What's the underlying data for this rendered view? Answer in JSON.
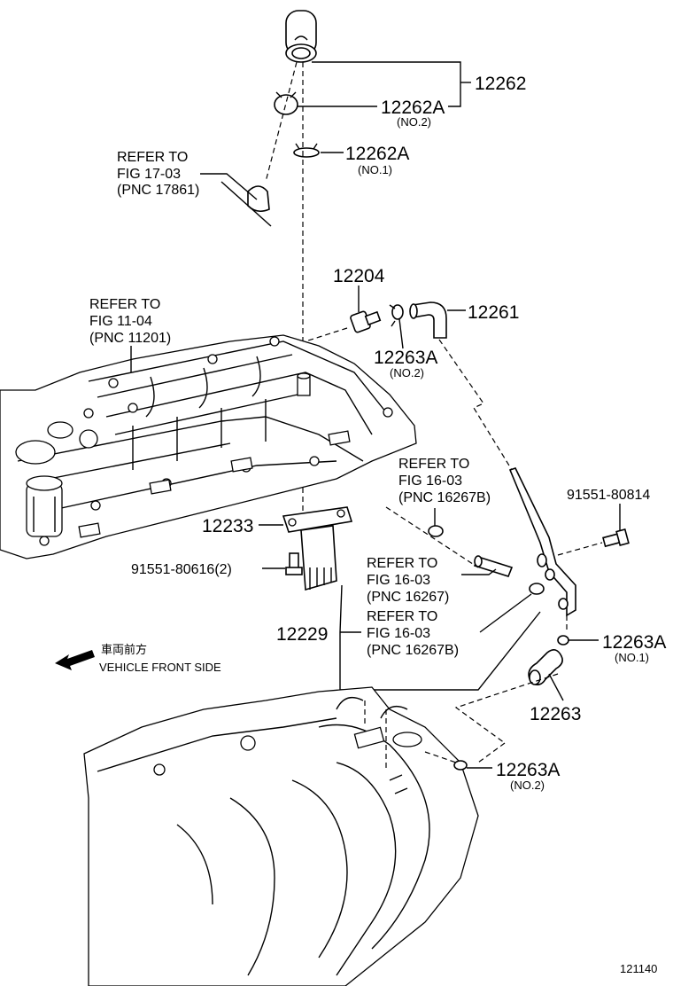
{
  "parts": {
    "p12262": "12262",
    "p12262a_no2": "12262A",
    "p12262a_no2_sub": "(NO.2)",
    "p12262a_no1": "12262A",
    "p12262a_no1_sub": "(NO.1)",
    "p12204": "12204",
    "p12261": "12261",
    "p12263a_top": "12263A",
    "p12263a_top_sub": "(NO.2)",
    "p91551_80814": "91551-80814",
    "p12233": "12233",
    "p91551_80616": "91551-80616(2)",
    "p12229": "12229",
    "p12263a_no1": "12263A",
    "p12263a_no1_sub": "(NO.1)",
    "p12263": "12263",
    "p12263a_bot": "12263A",
    "p12263a_bot_sub": "(NO.2)"
  },
  "refs": {
    "r17_l1": "REFER TO",
    "r17_l2": "FIG 17-03",
    "r17_l3": "(PNC 17861)",
    "r11_l1": "REFER TO",
    "r11_l2": "FIG 11-04",
    "r11_l3": "(PNC 11201)",
    "r16a_l1": "REFER TO",
    "r16a_l2": "FIG 16-03",
    "r16a_l3": "(PNC 16267B)",
    "r16b_l1": "REFER TO",
    "r16b_l2": "FIG 16-03",
    "r16b_l3": "(PNC 16267)",
    "r16c_l1": "REFER TO",
    "r16c_l2": "FIG 16-03",
    "r16c_l3": "(PNC 16267B)"
  },
  "direction": {
    "jp": "車両前方",
    "en": "VEHICLE FRONT SIDE",
    "arrow_icon": "arrow-left-icon"
  },
  "figure_number": "121140"
}
